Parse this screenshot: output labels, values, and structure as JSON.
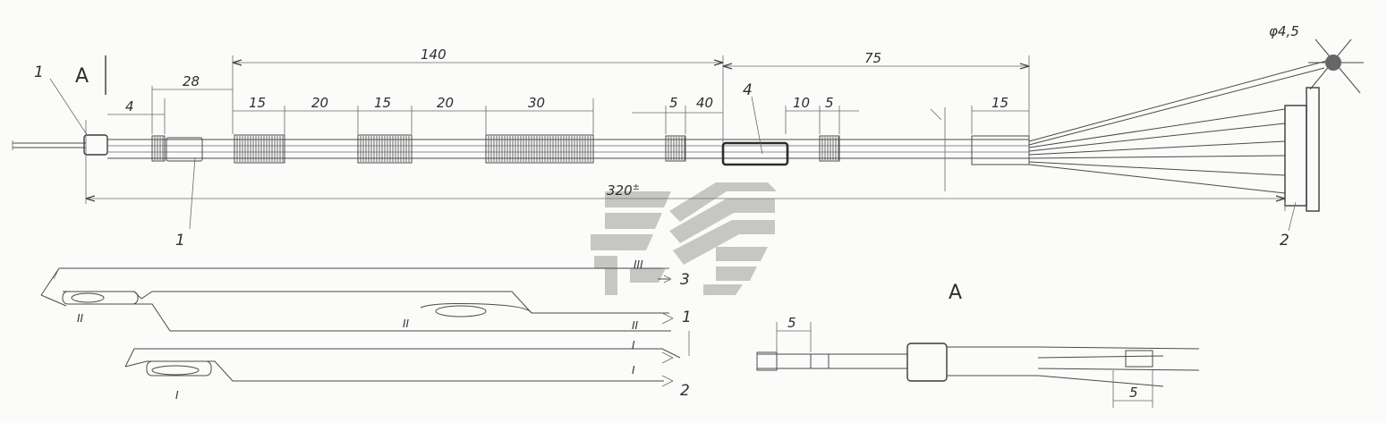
{
  "drawing": {
    "dimensions": {
      "d_28": "28",
      "d_140": "140",
      "d_75": "75",
      "d_4": "4",
      "d_15a": "15",
      "d_20a": "20",
      "d_15b": "15",
      "d_20b": "20",
      "d_30": "30",
      "d_5a": "5",
      "d_40": "40",
      "d_10": "10",
      "d_5b": "5",
      "d_15c": "15",
      "d_320": "320",
      "d_320_sup": "±",
      "d_phi": "φ4,5"
    },
    "callouts": {
      "c1_top": "1",
      "c1_bottom": "1",
      "c4": "4",
      "c2": "2",
      "section_a_mark": "A",
      "arrow_3": "3",
      "arrow_3_roman": "III",
      "arrow_1": "1",
      "arrow_2": "2",
      "roman_ii_left": "II",
      "roman_ii_mid": "II",
      "roman_ii_small": "II",
      "roman_i_small_a": "I",
      "roman_i_small_b": "I",
      "roman_i_bottom": "I"
    },
    "section_view": {
      "title": "A",
      "dim_top": "5",
      "dim_bottom": "5"
    }
  }
}
